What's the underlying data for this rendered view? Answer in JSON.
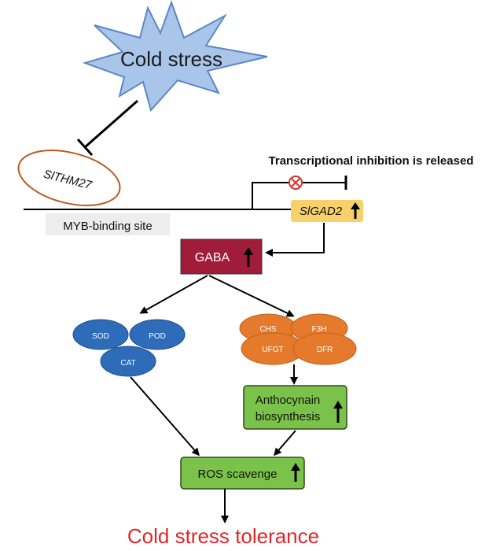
{
  "stress": {
    "label": "Cold stress"
  },
  "repressor": {
    "label": "SlTHM27"
  },
  "promoter": {
    "site_label": "MYB-binding site"
  },
  "release": {
    "label": "Transcriptional inhibition is released"
  },
  "gene": {
    "label": "SlGAD2",
    "trend": "up"
  },
  "metabolite": {
    "label": "GABA",
    "trend": "up"
  },
  "antioxidant_enzymes": {
    "sod": "SOD",
    "pod": "POD",
    "cat": "CAT"
  },
  "flavonoid_enzymes": {
    "chs": "CHS",
    "f3h": "F3H",
    "ufgt": "UFGT",
    "dfr": "DFR"
  },
  "anthocyanin": {
    "line1": "Anthocynain",
    "line2": "biosynthesis",
    "trend": "up"
  },
  "ros": {
    "label": "ROS scavenge",
    "trend": "up"
  },
  "outcome": {
    "label": "Cold stress tolerance"
  },
  "colors": {
    "star_fill": "#a9c6ea",
    "star_stroke": "#5b87c5",
    "repressor_outline": "#b85c22",
    "promoter_box": "#ededed",
    "gene_fill": "#f8d16a",
    "gaba_fill": "#a01c3a",
    "enzyme_blue": "#2e6bb8",
    "enzyme_orange": "#e5792c",
    "process_green": "#7bc24a",
    "outcome_red": "#e0262b",
    "inhibit_mark": "#d9342b"
  }
}
